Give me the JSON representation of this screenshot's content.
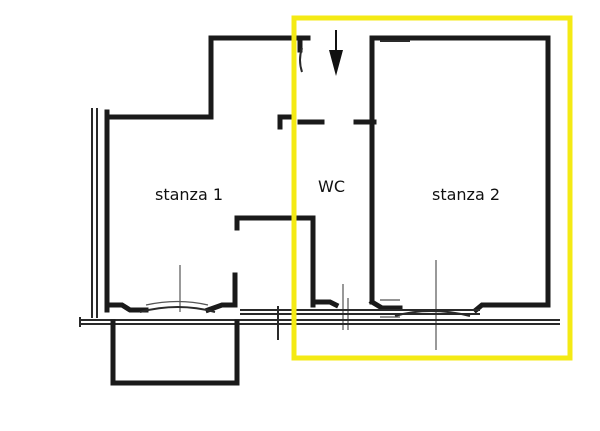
{
  "rooms": {
    "stanza1": "stanza 1",
    "wc": "WC",
    "stanza2": "stanza 2"
  },
  "colors": {
    "highlight": "#f4ea14",
    "walls": "#1a1a1a"
  },
  "icons": {
    "entrance": "arrow-down-icon"
  }
}
